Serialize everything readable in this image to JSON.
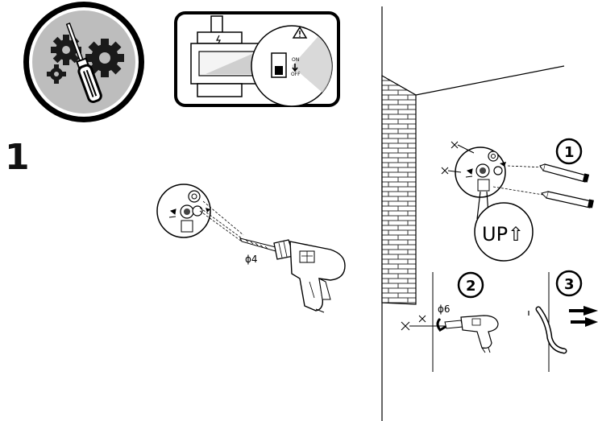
{
  "main_step": "1",
  "sub_steps": [
    "1",
    "2",
    "3"
  ],
  "switch": {
    "on": "ON",
    "off": "OFF"
  },
  "drill_small": "ϕ4",
  "drill_large": "ϕ6",
  "up_label": "UP⇧",
  "icon_names": [
    "tools-icon",
    "power-switch-icon",
    "warning-icon",
    "drill-icon",
    "pencil-icon",
    "wall-icon",
    "cable-icon"
  ]
}
